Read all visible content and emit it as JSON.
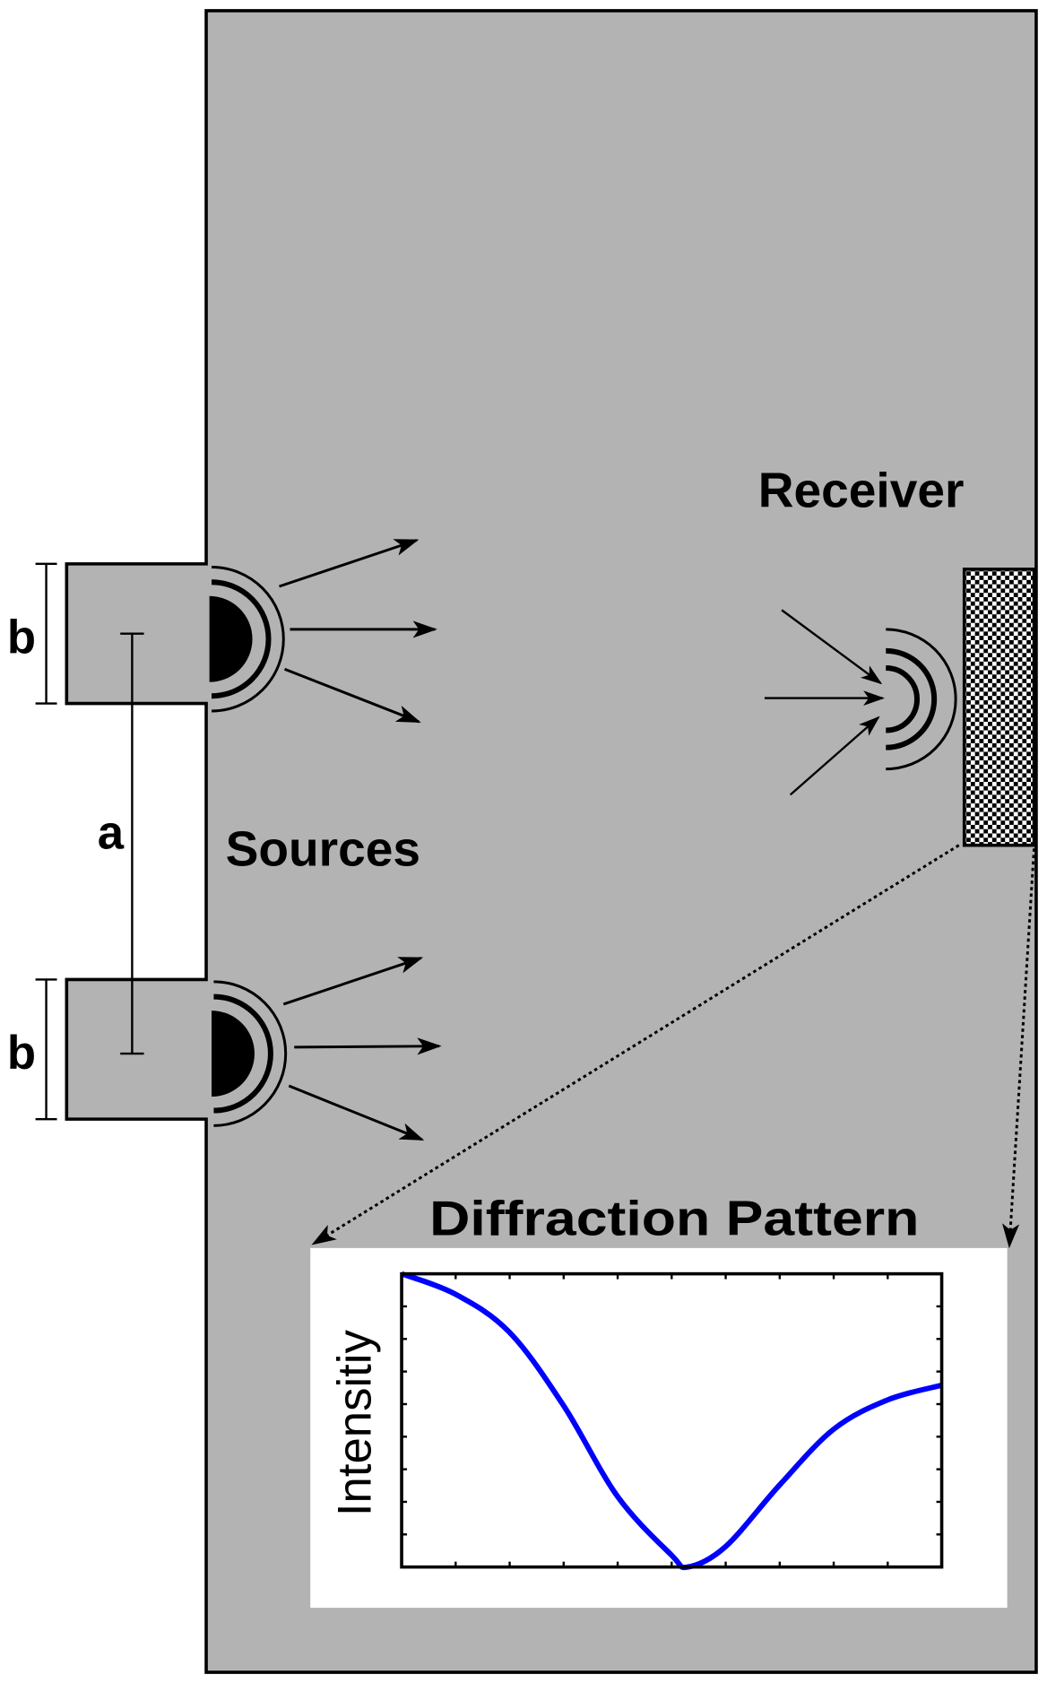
{
  "labels": {
    "b_top": "b",
    "b_bottom": "b",
    "a": "a",
    "sources": "Sources",
    "receiver": "Receiver",
    "diffraction_title": "Diffraction Pattern"
  },
  "colors": {
    "background_panel": "#b3b3b3",
    "curve": "#0000ff",
    "plot_bg": "#ffffff"
  },
  "chart_data": {
    "type": "line",
    "title": "Diffraction Pattern",
    "xlabel": "",
    "ylabel": "Intensitiy",
    "xlim": [
      0,
      1
    ],
    "ylim": [
      0,
      1
    ],
    "grid": false,
    "x_tick_count": 11,
    "y_tick_count": 10,
    "series": [
      {
        "x": [
          0,
          0.1,
          0.2,
          0.3,
          0.4,
          0.5,
          0.53,
          0.6,
          0.7,
          0.8,
          0.9,
          1.0
        ],
        "y": [
          1.0,
          0.93,
          0.8,
          0.55,
          0.24,
          0.04,
          0.0,
          0.07,
          0.28,
          0.47,
          0.57,
          0.62
        ]
      }
    ]
  }
}
